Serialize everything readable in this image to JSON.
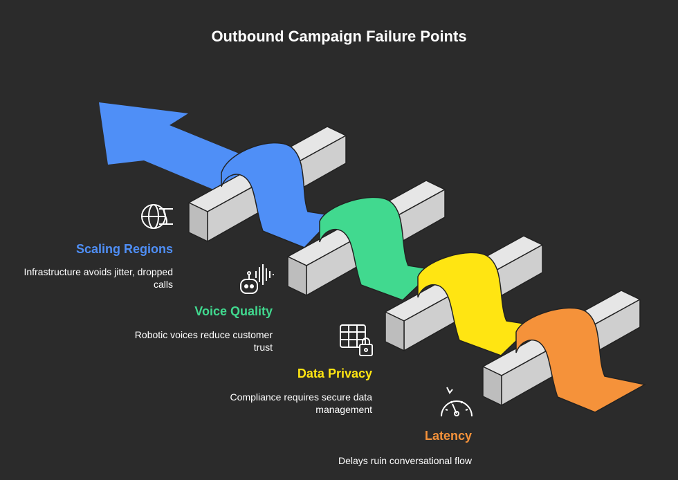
{
  "title": "Outbound Campaign Failure Points",
  "colors": {
    "background": "#2b2b2b",
    "scaling": "#4f8ff7",
    "voice": "#41d98f",
    "privacy": "#ffe512",
    "latency": "#f5923a",
    "barrier": "#e6e6e6"
  },
  "steps": [
    {
      "title": "Scaling Regions",
      "description": "Infrastructure avoids jitter, dropped calls",
      "icon": "globe-network-icon"
    },
    {
      "title": "Voice Quality",
      "description": "Robotic voices reduce customer trust",
      "icon": "robot-voice-icon"
    },
    {
      "title": "Data Privacy",
      "description": "Compliance requires secure data management",
      "icon": "secure-table-lock-icon"
    },
    {
      "title": "Latency",
      "description": "Delays ruin conversational flow",
      "icon": "speedometer-icon"
    }
  ]
}
